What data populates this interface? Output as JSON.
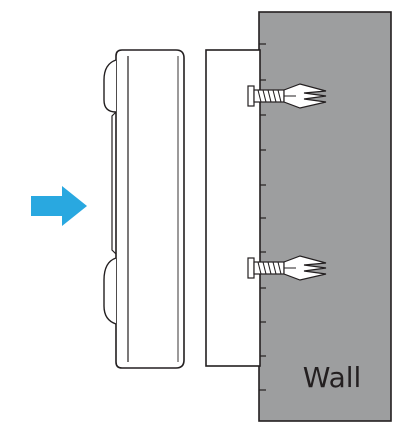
{
  "diagram": {
    "wall_label": "Wall",
    "colors": {
      "wall_fill": "#9d9e9f",
      "arrow": "#29a8e0",
      "line": "#231f20",
      "part_fill": "#ffffff",
      "text": "#231f20"
    },
    "icons": {
      "arrow": "right-arrow-icon",
      "doorbell": "doorbell-device",
      "mount": "mounting-bracket",
      "screw": "screw-with-anchor"
    }
  }
}
